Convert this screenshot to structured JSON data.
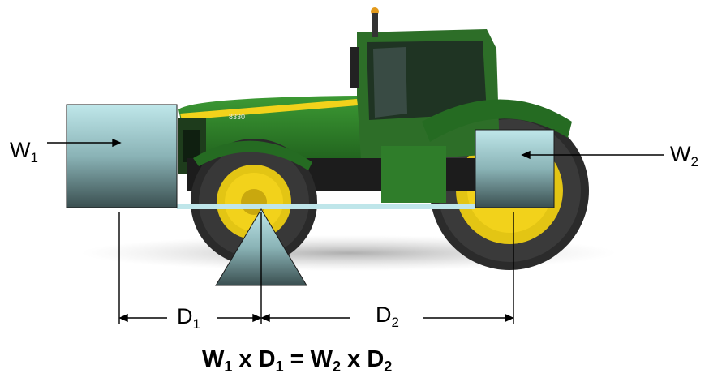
{
  "labels": {
    "w1": {
      "base": "W",
      "sub": "1"
    },
    "w2": {
      "base": "W",
      "sub": "2"
    },
    "d1": {
      "base": "D",
      "sub": "1"
    },
    "d2": {
      "base": "D",
      "sub": "2"
    }
  },
  "equation": {
    "w1": "W",
    "w1_sub": "1",
    "times1": " x ",
    "d1": "D",
    "d1_sub": "1",
    "eq": " = ",
    "w2": "W",
    "w2_sub": "2",
    "times2": " x ",
    "d2": "D",
    "d2_sub": "2"
  },
  "tractor_badge": "8330",
  "colors": {
    "tractor_green": "#2f7d2a",
    "tractor_yellow": "#f2d21b",
    "weight_top": "#b9e3e6",
    "weight_bottom": "#3a5050",
    "lever": "#bfe6ea"
  }
}
